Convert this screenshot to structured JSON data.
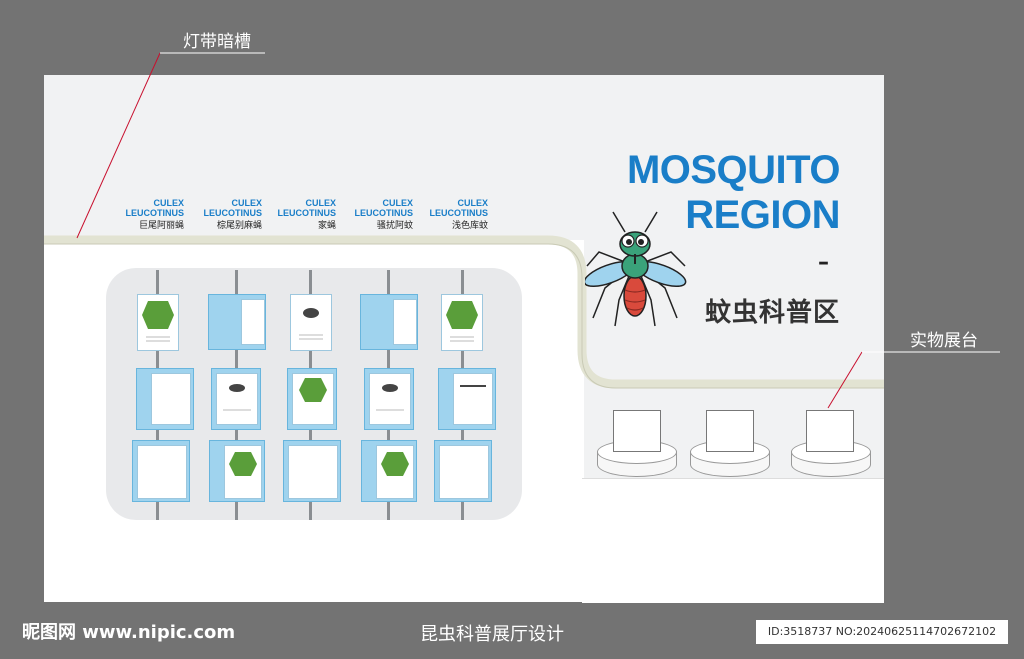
{
  "callouts": {
    "light_slot": "灯带暗槽",
    "display_stand": "实物展台"
  },
  "species": [
    {
      "latin_1": "CULEX",
      "latin_2": "LEUCOTINUS",
      "chinese": "巨尾阿丽蝇"
    },
    {
      "latin_1": "CULEX",
      "latin_2": "LEUCOTINUS",
      "chinese": "棕尾别麻蝇"
    },
    {
      "latin_1": "CULEX",
      "latin_2": "LEUCOTINUS",
      "chinese": "家蝇"
    },
    {
      "latin_1": "CULEX",
      "latin_2": "LEUCOTINUS",
      "chinese": "骚扰阿蚊"
    },
    {
      "latin_1": "CULEX",
      "latin_2": "LEUCOTINUS",
      "chinese": "浅色库蚊"
    }
  ],
  "title": {
    "en_line1": "MOSQUITO",
    "en_line2": "REGION",
    "dash": "–",
    "cn": "蚊虫科普区"
  },
  "footer": {
    "left": "昵图网 www.nipic.com",
    "center": "昆虫科普展厅设计",
    "right": "ID:3518737 NO:20240625114702672102"
  },
  "colors": {
    "accent_blue": "#1a7ec8",
    "background": "#737373",
    "wall": "#f1f2f3",
    "light_strip": "#e2e3d2"
  }
}
